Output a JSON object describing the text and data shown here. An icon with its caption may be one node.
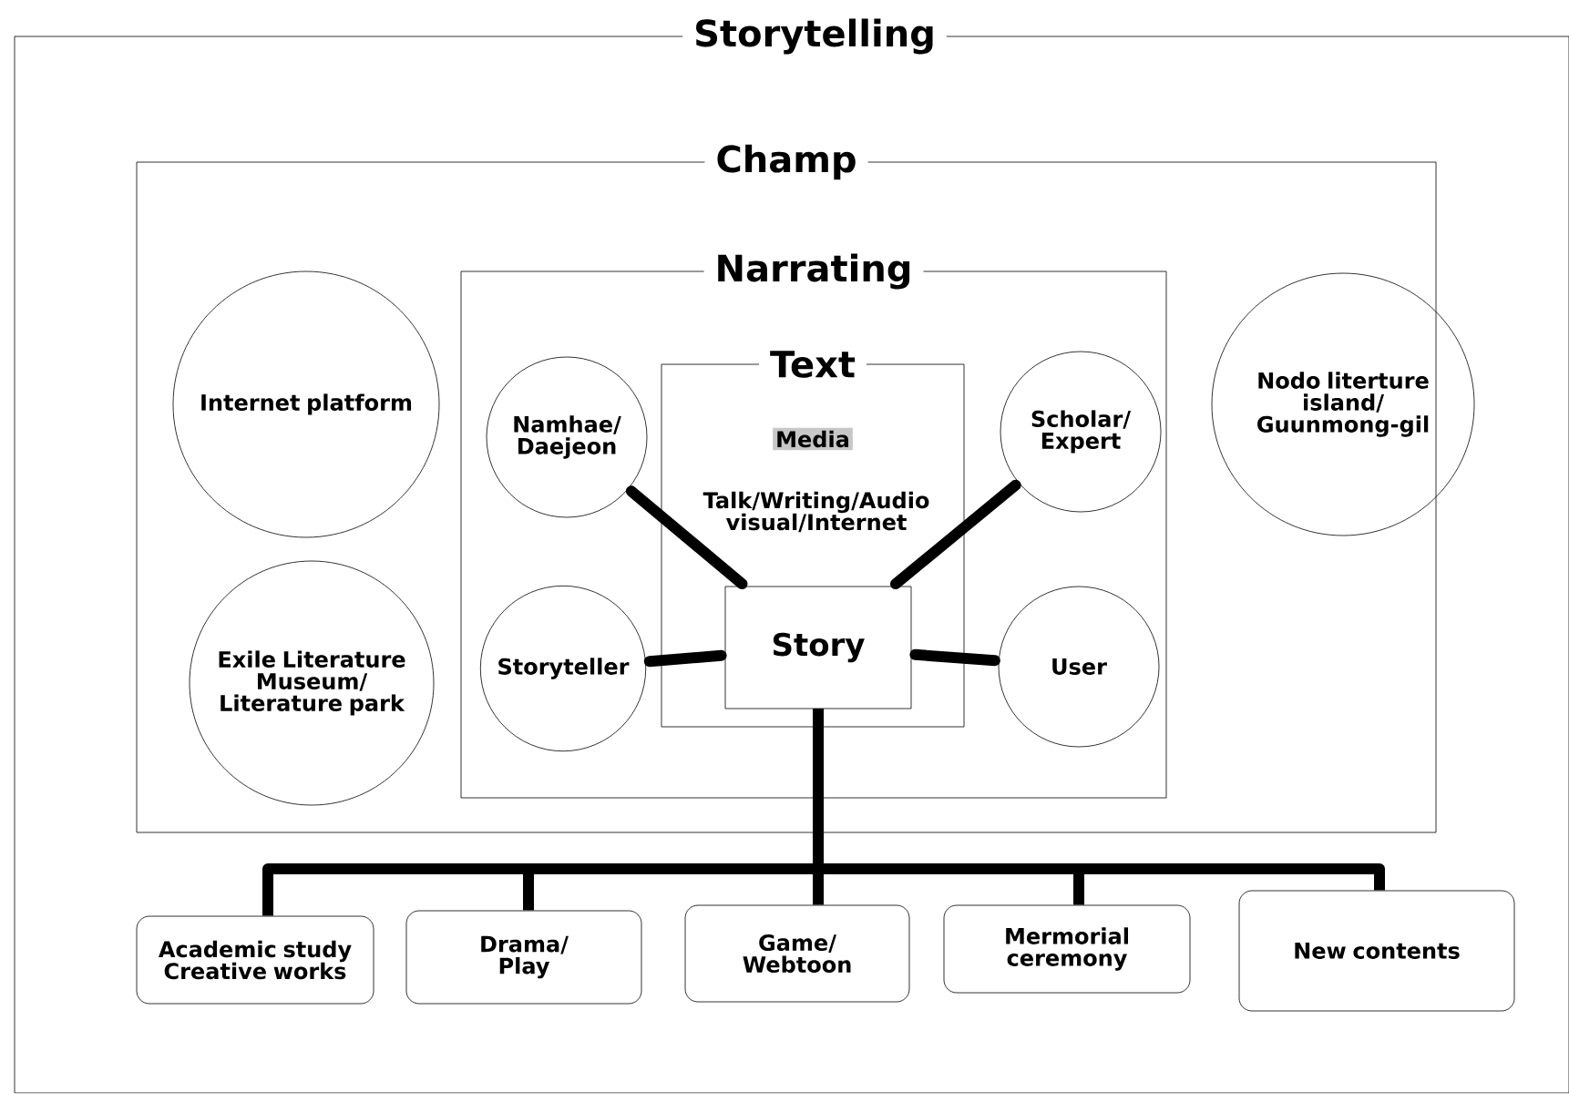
{
  "diagram": {
    "nodes": [
      {
        "text": [
          "Storytelling"
        ]
      },
      {
        "text": [
          "Champ"
        ],
        "in": 0
      },
      {
        "text": [
          "Narrating"
        ],
        "in": 1
      },
      {
        "text": [
          "Text",
          "Media",
          "Talk/Writing/Audio visual/Internet"
        ],
        "in": 2
      },
      {
        "text": [
          "Internet platform"
        ],
        "in": 1
      },
      {
        "text": [
          "Exile Literature Museum/ Literature park"
        ],
        "in": 1
      },
      {
        "text": [
          "Namhae/ Daejeon"
        ],
        "in": 2
      },
      {
        "text": [
          "Storyteller"
        ],
        "in": 2
      },
      {
        "text": [
          "Story"
        ],
        "in": 3
      },
      {
        "text": [
          "Scholar/ Expert"
        ],
        "in": 2
      },
      {
        "text": [
          "User"
        ],
        "in": 2
      },
      {
        "text": [
          "Nodo literture island/ Guunmong-gil"
        ],
        "in": 1
      },
      {
        "text": [
          "Academic study Creative works"
        ],
        "in": 0
      },
      {
        "text": [
          "Drama/ Play"
        ],
        "in": 0
      },
      {
        "text": [
          "Game/ Webtoon"
        ],
        "in": 0
      },
      {
        "text": [
          "Mermorial ceremony"
        ],
        "in": 0
      },
      {
        "text": [
          "New contents"
        ],
        "in": 0
      }
    ],
    "edges": [
      {
        "from": 6,
        "to": 8,
        "arrow": "none"
      },
      {
        "from": 7,
        "to": 8,
        "arrow": "none"
      },
      {
        "from": 9,
        "to": 8,
        "arrow": "none"
      },
      {
        "from": 10,
        "to": 8,
        "arrow": "none"
      },
      {
        "from": 8,
        "to": 12,
        "arrow": "none"
      },
      {
        "from": 8,
        "to": 13,
        "arrow": "none"
      },
      {
        "from": 8,
        "to": 14,
        "arrow": "none"
      },
      {
        "from": 8,
        "to": 15,
        "arrow": "none"
      },
      {
        "from": 8,
        "to": 16,
        "arrow": "none"
      }
    ]
  }
}
